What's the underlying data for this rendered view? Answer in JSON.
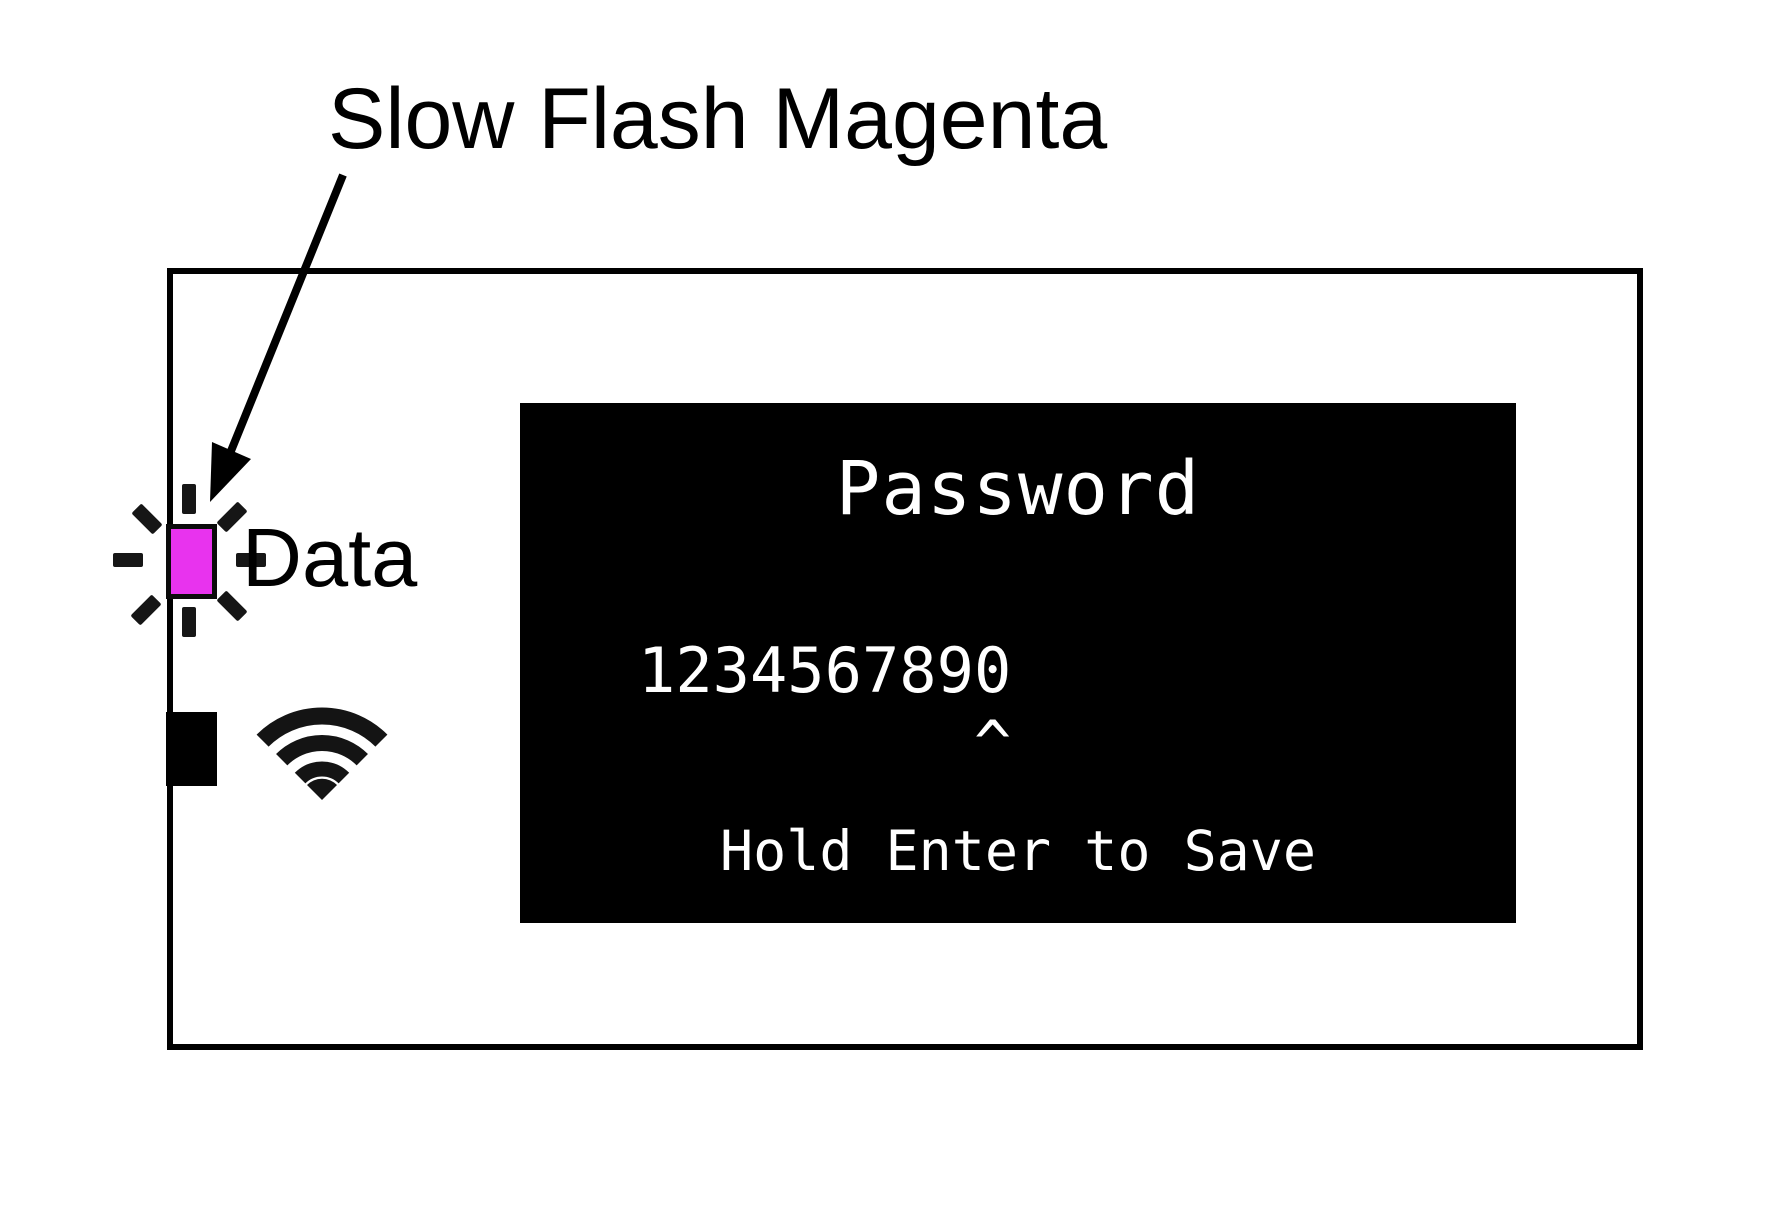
{
  "annotation": {
    "label": "Slow Flash Magenta"
  },
  "device": {
    "led": {
      "label": "Data",
      "color": "#e833ee",
      "state": "Slow Flash Magenta"
    },
    "screen": {
      "title": "Password",
      "value": "1234567890",
      "cursor_line": "         ^",
      "cursor_char": "^",
      "hint": "Hold Enter to Save",
      "bg": "#000000",
      "fg": "#ffffff"
    }
  },
  "icons": {
    "wifi": "wifi-icon",
    "flash_rays": "led-flash-rays-icon",
    "arrow": "annotation-arrow-icon"
  },
  "colors": {
    "outline": "#000000",
    "background": "#ffffff",
    "led_magenta": "#e833ee"
  }
}
